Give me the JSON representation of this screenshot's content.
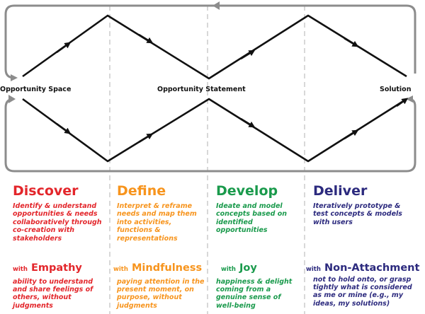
{
  "colors": {
    "outline": "#8c8c8c",
    "divider": "#c8c8c8",
    "path": "#111111",
    "discover": "#e3262b",
    "define": "#f7941d",
    "develop": "#1a9a4c",
    "deliver": "#2c2a7e"
  },
  "nodes": {
    "opportunity_space": "Opportunity Space",
    "opportunity_statement": "Opportunity  Statement",
    "solution": "Solution"
  },
  "phases": [
    {
      "title": "Discover",
      "description": "Identify & understand opportunities & needs collaboratively through co-creation with stakeholders",
      "with": "with",
      "mindset": "Empathy",
      "mindset_description": "ability to understand and share feelings of others, without judgments"
    },
    {
      "title": "Define",
      "description": "Interpret & reframe needs and map them into activities, functions & representations",
      "with": "with",
      "mindset": "Mindfulness",
      "mindset_description": "paying attention in the present moment, on purpose, without judgments"
    },
    {
      "title": "Develop",
      "description": "Ideate and model concepts based on identified opportunities",
      "with": "with",
      "mindset": "Joy",
      "mindset_description": "happiness & delight coming from a genuine sense of well-being"
    },
    {
      "title": "Deliver",
      "description": "Iteratively prototype & test concepts & models with users",
      "with": "with",
      "mindset": "Non-Attachment",
      "mindset_description": "not to hold onto, or grasp tightly what is considered as me or mine (e.g., my ideas, my solutions)"
    }
  ]
}
